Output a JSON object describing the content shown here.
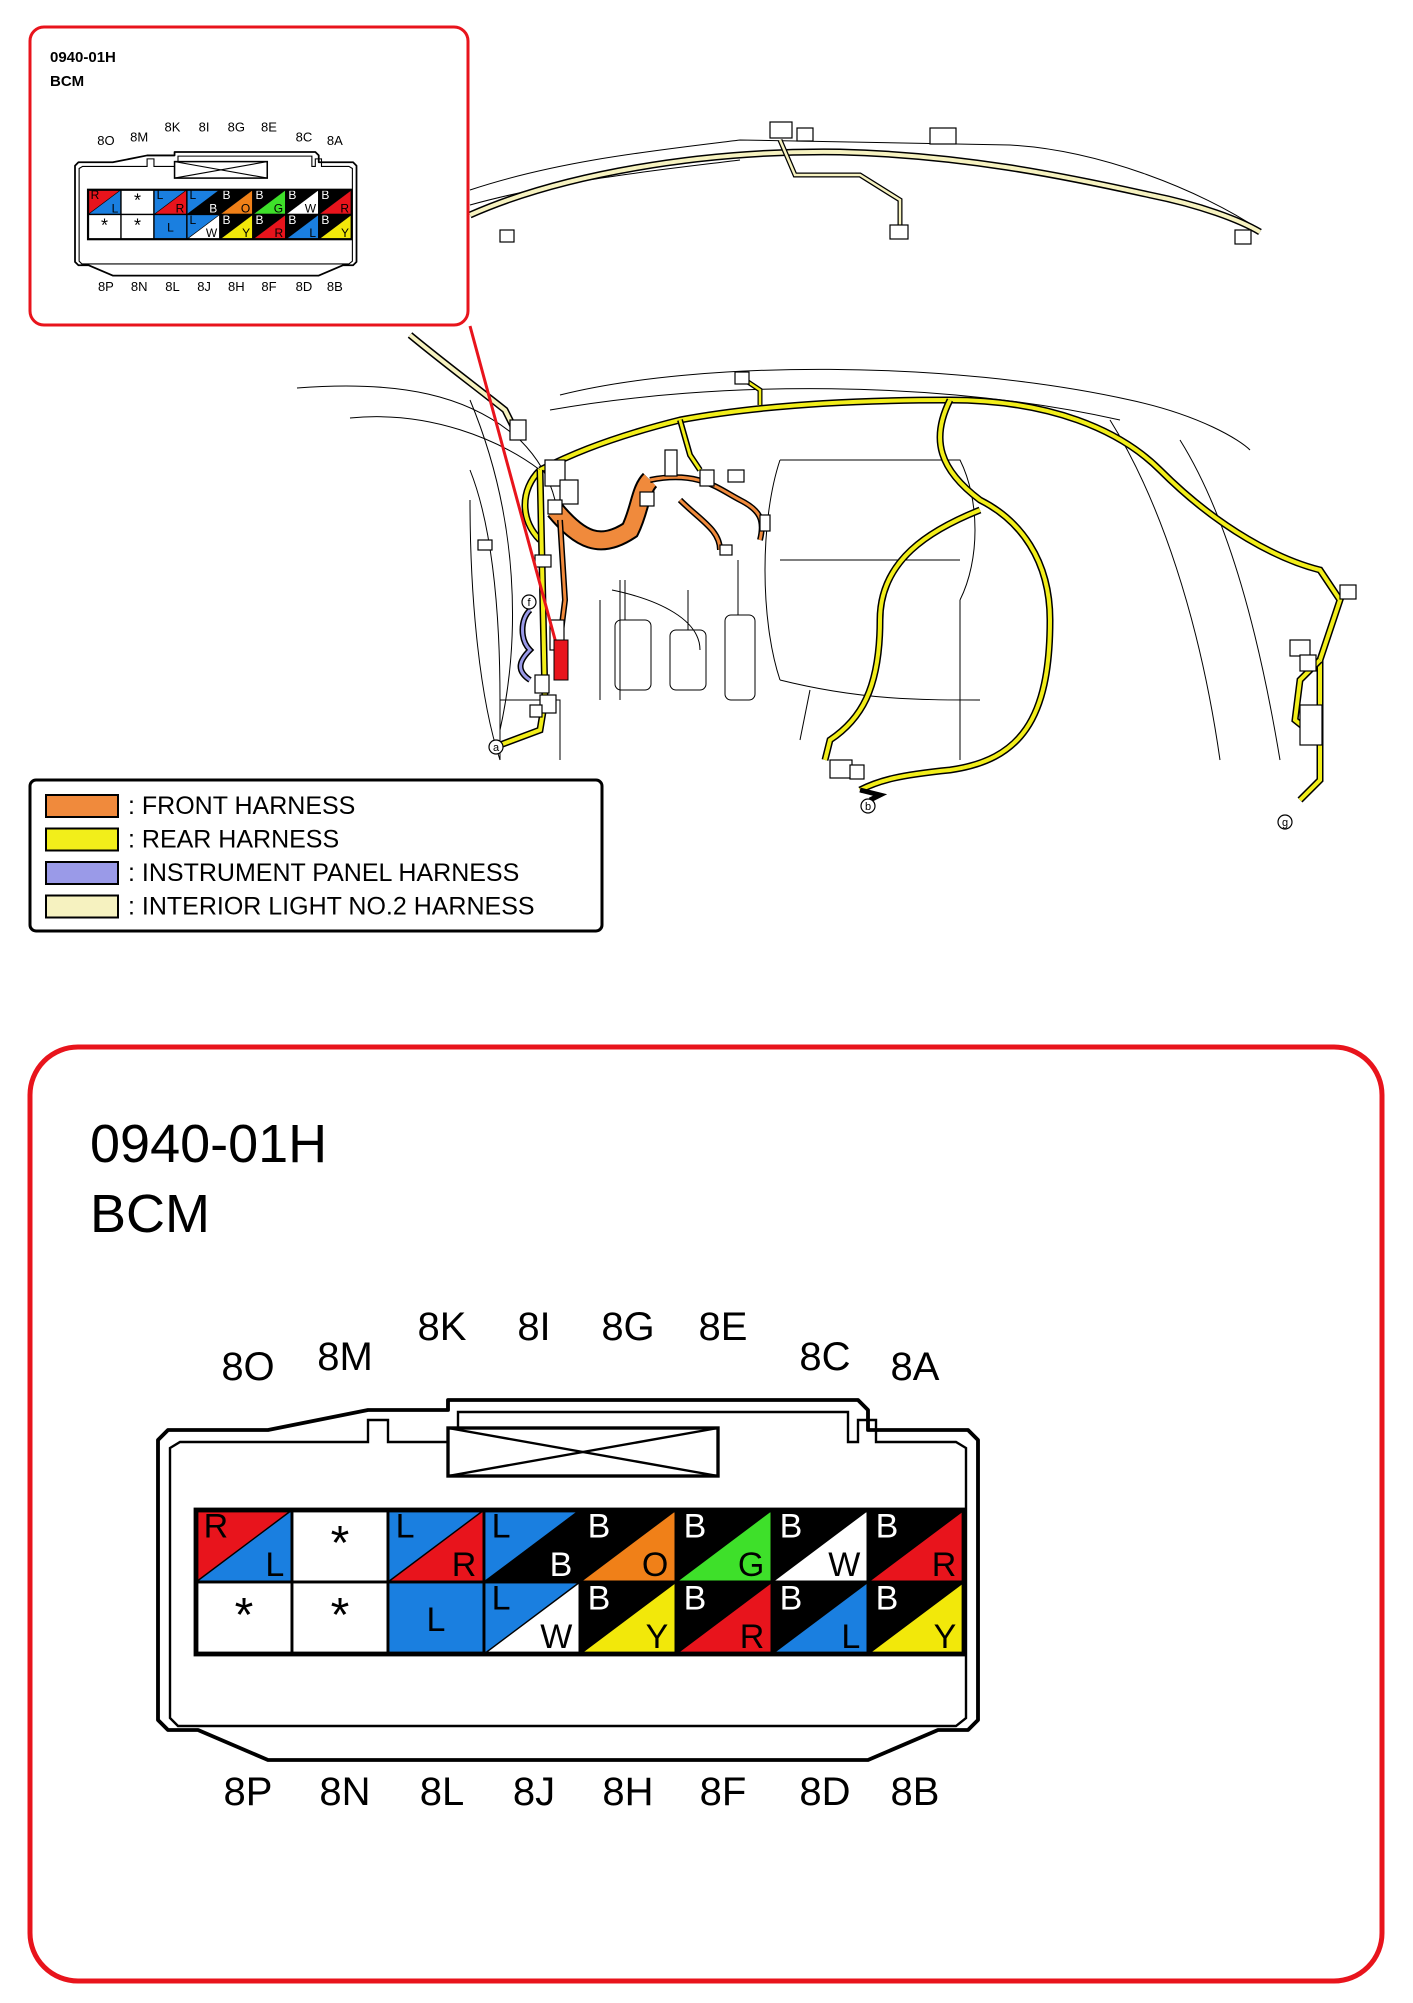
{
  "connector": {
    "code": "0940-01H",
    "name": "BCM",
    "top_labels": [
      "8O",
      "8M",
      "8K",
      "8I",
      "8G",
      "8E",
      "8C",
      "8A"
    ],
    "bottom_labels": [
      "8P",
      "8N",
      "8L",
      "8J",
      "8H",
      "8F",
      "8D",
      "8B"
    ],
    "row1": [
      {
        "tl": "R",
        "br": "L",
        "c1": "#e8141c",
        "c2": "#1a7fe0"
      },
      {
        "sym": "*",
        "fill": "#ffffff"
      },
      {
        "tl": "L",
        "br": "R",
        "c1": "#1a7fe0",
        "c2": "#e8141c"
      },
      {
        "tl": "L",
        "br": "B",
        "c1": "#1a7fe0",
        "c2": "#000000"
      },
      {
        "tl": "B",
        "br": "O",
        "c1": "#000000",
        "c2": "#f08018"
      },
      {
        "tl": "B",
        "br": "G",
        "c1": "#000000",
        "c2": "#3ee02a"
      },
      {
        "tl": "B",
        "br": "W",
        "c1": "#000000",
        "c2": "#ffffff"
      },
      {
        "tl": "B",
        "br": "R",
        "c1": "#000000",
        "c2": "#e8141c"
      }
    ],
    "row2": [
      {
        "sym": "*",
        "fill": "#ffffff"
      },
      {
        "sym": "*",
        "fill": "#ffffff"
      },
      {
        "solid": "L",
        "fill": "#1a7fe0"
      },
      {
        "tl": "L",
        "br": "W",
        "c1": "#1a7fe0",
        "c2": "#ffffff"
      },
      {
        "tl": "B",
        "br": "Y",
        "c1": "#000000",
        "c2": "#f2e80a"
      },
      {
        "tl": "B",
        "br": "R",
        "c1": "#000000",
        "c2": "#e8141c"
      },
      {
        "tl": "B",
        "br": "L",
        "c1": "#000000",
        "c2": "#1a7fe0"
      },
      {
        "tl": "B",
        "br": "Y",
        "c1": "#000000",
        "c2": "#f2e80a"
      }
    ]
  },
  "legend": [
    {
      "label": ": FRONT HARNESS",
      "color": "#f08a3c"
    },
    {
      "label": ": REAR HARNESS",
      "color": "#f2ee1a"
    },
    {
      "label": ": INSTRUMENT PANEL HARNESS",
      "color": "#9a9ae8"
    },
    {
      "label": ": INTERIOR LIGHT NO.2 HARNESS",
      "color": "#f6f2c0"
    }
  ],
  "callouts": [
    "a",
    "b",
    "g",
    "f"
  ],
  "colors": {
    "frame_red": "#e8141c",
    "outline": "#000000"
  }
}
